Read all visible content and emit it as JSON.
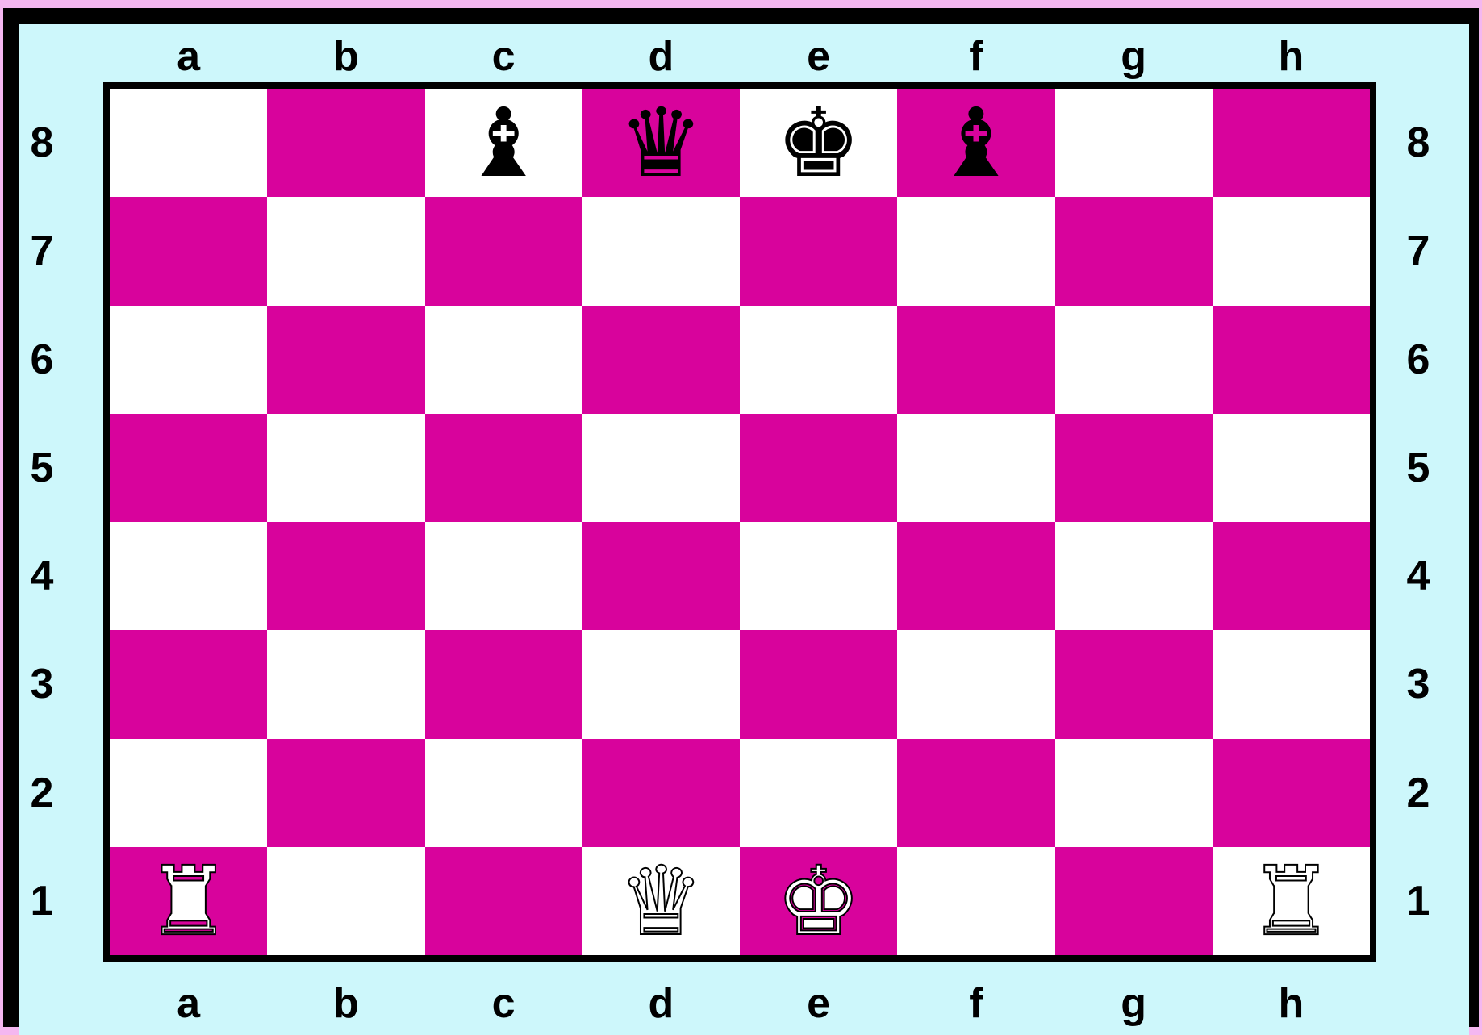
{
  "colors": {
    "light_square": "#ffffff",
    "dark_square": "#d8039c",
    "frame": "#000000",
    "panel": "#cdf7fb"
  },
  "files": [
    "a",
    "b",
    "c",
    "d",
    "e",
    "f",
    "g",
    "h"
  ],
  "ranks": [
    "8",
    "7",
    "6",
    "5",
    "4",
    "3",
    "2",
    "1"
  ],
  "pieces": [
    {
      "square": "c8",
      "color": "black",
      "type": "bishop",
      "glyph": "♝",
      "icon": "black-bishop-icon"
    },
    {
      "square": "d8",
      "color": "black",
      "type": "queen",
      "glyph": "♛",
      "icon": "black-queen-icon"
    },
    {
      "square": "e8",
      "color": "black",
      "type": "king",
      "glyph": "♚",
      "icon": "black-king-icon"
    },
    {
      "square": "f8",
      "color": "black",
      "type": "bishop",
      "glyph": "♝",
      "icon": "black-bishop-icon"
    },
    {
      "square": "a1",
      "color": "white",
      "type": "rook",
      "glyph": "♜",
      "icon": "white-rook-icon"
    },
    {
      "square": "d1",
      "color": "white",
      "type": "queen",
      "glyph": "♛",
      "icon": "white-queen-icon"
    },
    {
      "square": "e1",
      "color": "white",
      "type": "king",
      "glyph": "♚",
      "icon": "white-king-icon"
    },
    {
      "square": "h1",
      "color": "white",
      "type": "rook",
      "glyph": "♜",
      "icon": "white-rook-icon"
    }
  ]
}
